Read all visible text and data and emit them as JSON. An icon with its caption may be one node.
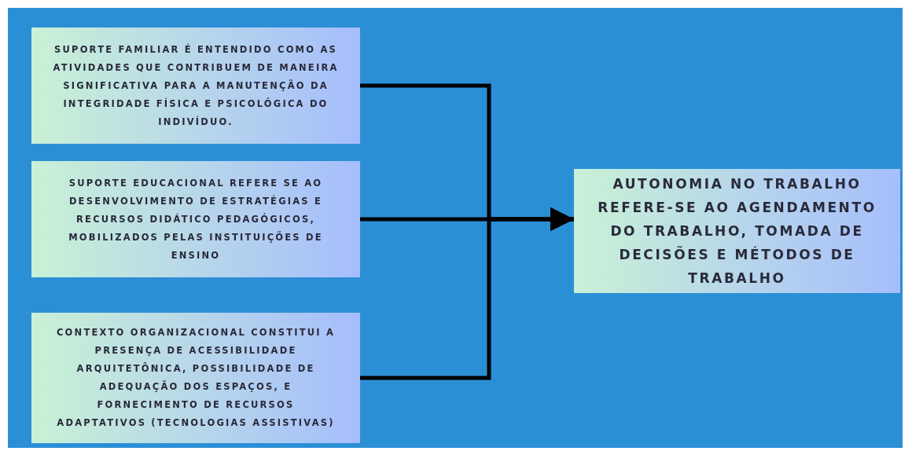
{
  "diagram": {
    "nodes": [
      {
        "text": [
          "SUPORTE FAMILIAR É ENTENDIDO COMO AS ATIVIDADES QUE CONTRIBUEM DE MANEIRA SIGNIFICATIVA PARA A MANUTENÇÃO DA INTEGRIDADE FÍSICA E PSICOLÓGICA DO INDIVÍDUO."
        ]
      },
      {
        "text": [
          "SUPORTE EDUCACIONAL REFERE SE AO DESENVOLVIMENTO DE ESTRATÉGIAS E RECURSOS DIDÁTICO PEDAGÓGICOS, MOBILIZADOS PELAS INSTITUIÇÕES DE ENSINO"
        ]
      },
      {
        "text": [
          "CONTEXTO ORGANIZACIONAL CONSTITUI A PRESENÇA DE ACESSIBILIDADE ARQUITETÔNICA, POSSIBILIDADE DE ADEQUAÇÃO DOS ESPAÇOS, E FORNECIMENTO DE RECURSOS ADAPTATIVOS (TECNOLOGIAS ASSISTIVAS)"
        ]
      },
      {
        "text": [
          "AUTONOMIA NO TRABALHO REFERE-SE AO AGENDAMENTO DO TRABALHO, TOMADA DE DECISÕES E MÉTODOS DE TRABALHO"
        ]
      }
    ],
    "edges": [
      {
        "from": 0,
        "to": 3,
        "arrow": "to"
      },
      {
        "from": 1,
        "to": 3,
        "arrow": "to"
      },
      {
        "from": 2,
        "to": 3,
        "arrow": "to"
      }
    ]
  }
}
